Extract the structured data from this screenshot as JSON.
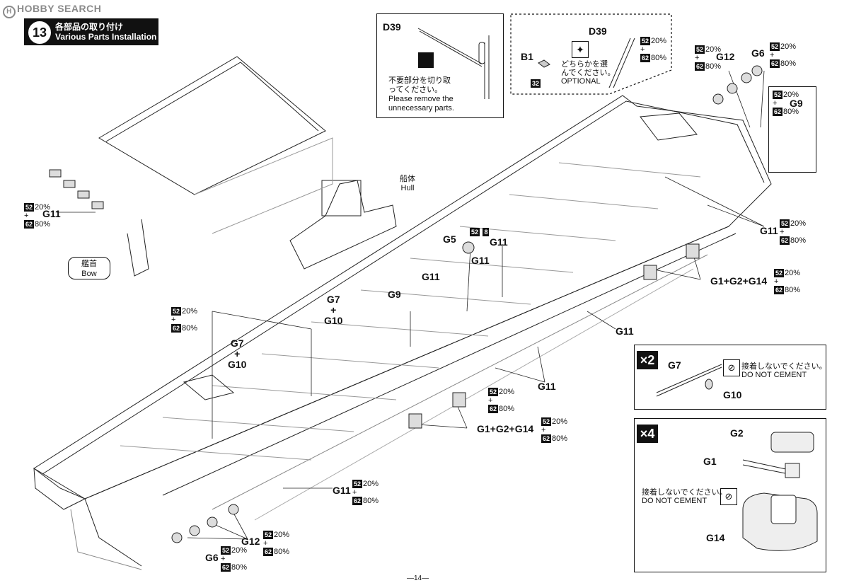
{
  "watermark": "HOBBY SEARCH",
  "step": {
    "number": "13",
    "title_jp": "各部品の取り付け",
    "title_en": "Various Parts Installation"
  },
  "page_number": "—14—",
  "hull_label": {
    "jp": "船体",
    "en": "Hull"
  },
  "bow_label": {
    "jp": "艦首",
    "en": "Bow"
  },
  "inset_remove": {
    "part": "D39",
    "text_jp_1": "不要部分を切り取",
    "text_jp_2": "ってください。",
    "text_en_1": "Please remove the",
    "text_en_2": "unnecessary parts."
  },
  "inset_optional": {
    "part_a": "D39",
    "part_b": "B1",
    "chip_b": "32",
    "text_jp_1": "どちらかを選",
    "text_jp_2": "んでください。",
    "text_en": "OPTIONAL",
    "pct1": "20%",
    "pct2": "80%",
    "chip1": "52",
    "chip2": "62"
  },
  "x2_box": {
    "mult": "×2",
    "part_a": "G7",
    "part_b": "G10",
    "note_jp": "接着しないでください。",
    "note_en": "DO NOT CEMENT"
  },
  "x4_box": {
    "mult": "×4",
    "part_a": "G2",
    "part_b": "G1",
    "part_c": "G14",
    "note_jp": "接着しないでください。",
    "note_en": "DO NOT CEMENT"
  },
  "labels": {
    "g11_left": "G11",
    "g12_top": "G12",
    "g6_top": "G6",
    "g9_right": "G9",
    "g11_right": "G11",
    "g1g2g14_right": "G1+G2+G14",
    "g11_mid": "G11",
    "g11_mid2": "G11",
    "g1g2g14_mid": "G1+G2+G14",
    "g11_bottom": "G11",
    "g12_bottom": "G12",
    "g6_bottom": "G6",
    "g5": "G5",
    "g11_a": "G11",
    "g11_b": "G11",
    "g11_c": "G11",
    "g9_mid": "G9",
    "g7a": "G7",
    "g10a": "G10",
    "g7b": "G7",
    "g10b": "G10",
    "plus": "+",
    "chip52": "52",
    "chip8": "8",
    "chip62": "62",
    "p20": "20%",
    "p80": "80%"
  }
}
